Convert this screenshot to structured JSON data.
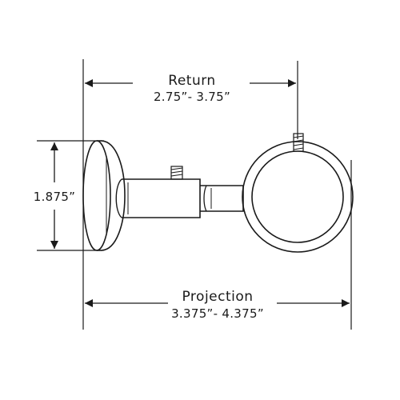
{
  "dimensions": {
    "return": {
      "label": "Return",
      "value": "2.75”- 3.75”"
    },
    "height": {
      "value": "1.875”"
    },
    "projection": {
      "label": "Projection",
      "value": "3.375”- 4.375”"
    }
  }
}
